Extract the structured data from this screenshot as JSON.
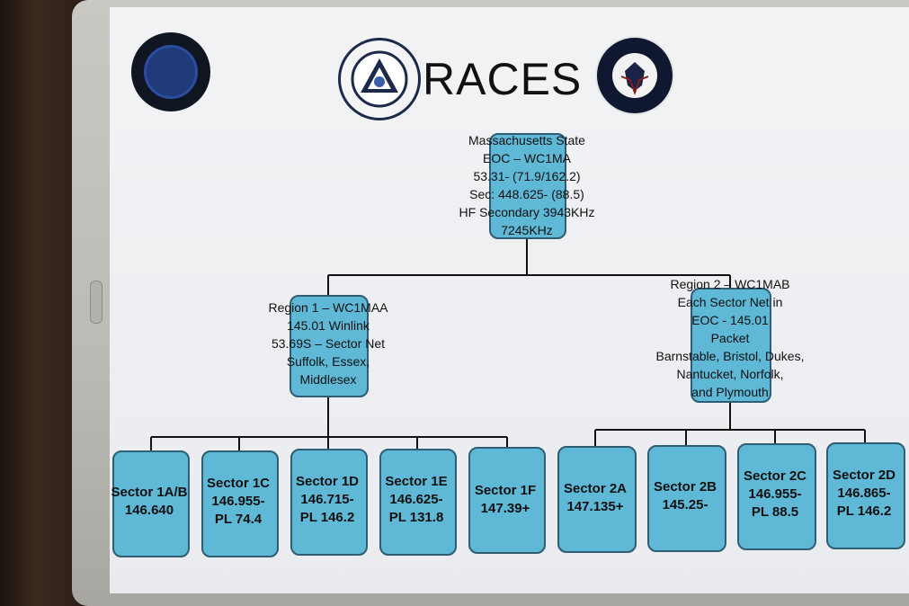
{
  "header": {
    "title": "RACES",
    "seal_left_icon": "massachusetts-seal-icon",
    "seal_mid_icon": "civil-defense-races-seal-icon",
    "seal_right_icon": "homeland-security-races-seal-icon"
  },
  "colors": {
    "node_fill": "#5fb8d6",
    "node_border": "#2e5d74",
    "connector": "#111111",
    "screen_bg": "#f0f1f4"
  },
  "root": {
    "lines": [
      "Massachusetts State",
      "EOC – WC1MA",
      "53.31- (71.9/162.2)",
      "Sec: 448.625- (88.5)",
      "HF Secondary 3943KHz",
      "7245KHz"
    ]
  },
  "region1": {
    "lines": [
      "Region 1 – WC1MAA",
      "145.01 Winlink",
      "53.69S – Sector Net",
      "Suffolk, Essex,",
      "Middlesex"
    ]
  },
  "region2": {
    "lines": [
      "Region 2 – WC1MAB",
      "Each Sector Net in",
      "EOC - 145.01",
      "Packet",
      "Barnstable, Bristol, Dukes,",
      "Nantucket, Norfolk,",
      "and Plymouth"
    ]
  },
  "sectors": [
    {
      "lines": [
        "Sector 1A/B",
        "146.640"
      ]
    },
    {
      "lines": [
        "Sector 1C",
        "146.955-",
        "PL 74.4"
      ]
    },
    {
      "lines": [
        "Sector 1D",
        "146.715-",
        "PL 146.2"
      ]
    },
    {
      "lines": [
        "Sector 1E",
        "146.625-",
        "PL 131.8"
      ]
    },
    {
      "lines": [
        "Sector 1F",
        "147.39+"
      ]
    },
    {
      "lines": [
        "Sector 2A",
        "147.135+"
      ]
    },
    {
      "lines": [
        "Sector 2B",
        "145.25-"
      ]
    },
    {
      "lines": [
        "Sector 2C",
        "146.955-",
        "PL 88.5"
      ]
    },
    {
      "lines": [
        "Sector 2D",
        "146.865-",
        "PL 146.2"
      ]
    }
  ]
}
